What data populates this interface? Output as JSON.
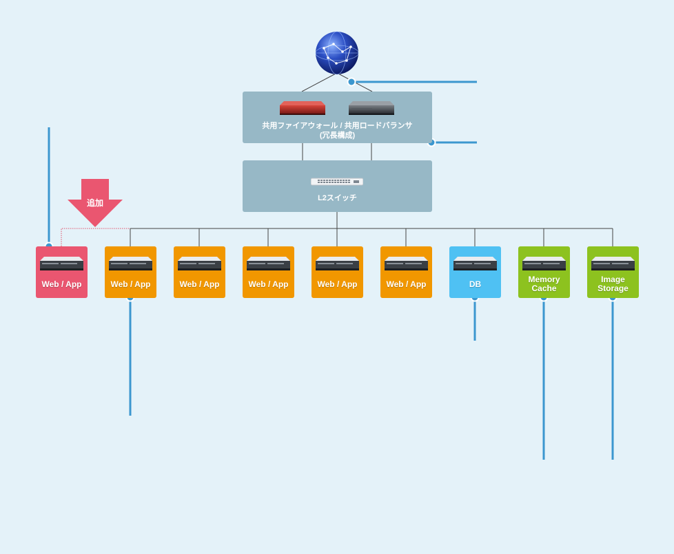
{
  "infrastructure": {
    "firewall_lb_label_line1": "共用ファイアウォール / 共用ロードバランサ",
    "firewall_lb_label_line2": "(冗長構成)",
    "switch_label": "L2スイッチ",
    "add_label": "追加"
  },
  "nodes": [
    {
      "line1": "Web / App",
      "line2": "",
      "color": "#ea5670"
    },
    {
      "line1": "Web / App",
      "line2": "",
      "color": "#f19700"
    },
    {
      "line1": "Web / App",
      "line2": "",
      "color": "#f19700"
    },
    {
      "line1": "Web / App",
      "line2": "",
      "color": "#f19700"
    },
    {
      "line1": "Web / App",
      "line2": "",
      "color": "#f19700"
    },
    {
      "line1": "Web / App",
      "line2": "",
      "color": "#f19700"
    },
    {
      "line1": "DB",
      "line2": "",
      "color": "#4fc1f3"
    },
    {
      "line1": "Memory",
      "line2": "Cache",
      "color": "#8dc21f"
    },
    {
      "line1": "Image",
      "line2": "Storage",
      "color": "#8dc21f"
    }
  ],
  "colors": {
    "background": "#e4f2f9",
    "infra_box": "#97b8c6",
    "connector": "#3b97cf",
    "add_arrow": "#ea5670"
  }
}
